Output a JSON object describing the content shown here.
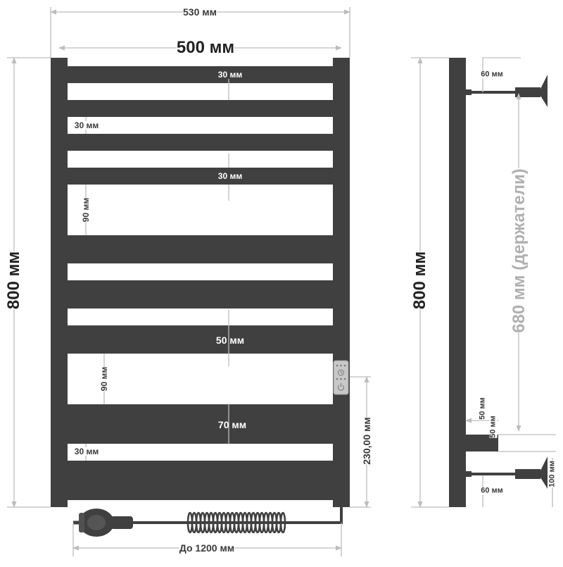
{
  "colors": {
    "metal": "#404040",
    "line": "#bdbdbd",
    "text": "#3a3a3a",
    "faded_text": "#b0b0b0",
    "panel": "#c8c8c8"
  },
  "labels": {
    "overall_width": "530 мм",
    "inner_width": "500 мм",
    "height_front": "800 мм",
    "height_side": "800 мм",
    "gap_top": "30 мм",
    "gap_second": "30 мм",
    "gap_third": "30 мм",
    "gap_upper_large": "90 мм",
    "bar_mid": "50 мм",
    "gap_lower_large": "90 мм",
    "bar_lower": "70 мм",
    "gap_bottom": "30 мм",
    "control_height": "230,00 мм",
    "cable_length": "До 1200 мм",
    "bracket_top_offset": "60 мм",
    "holders_distance": "680 мм (держатели)",
    "side_depth_vertical": "50 мм",
    "side_depth_horizontal": "50 мм",
    "bracket_bottom_offset": "60 мм",
    "wall_distance": "100 мм"
  }
}
